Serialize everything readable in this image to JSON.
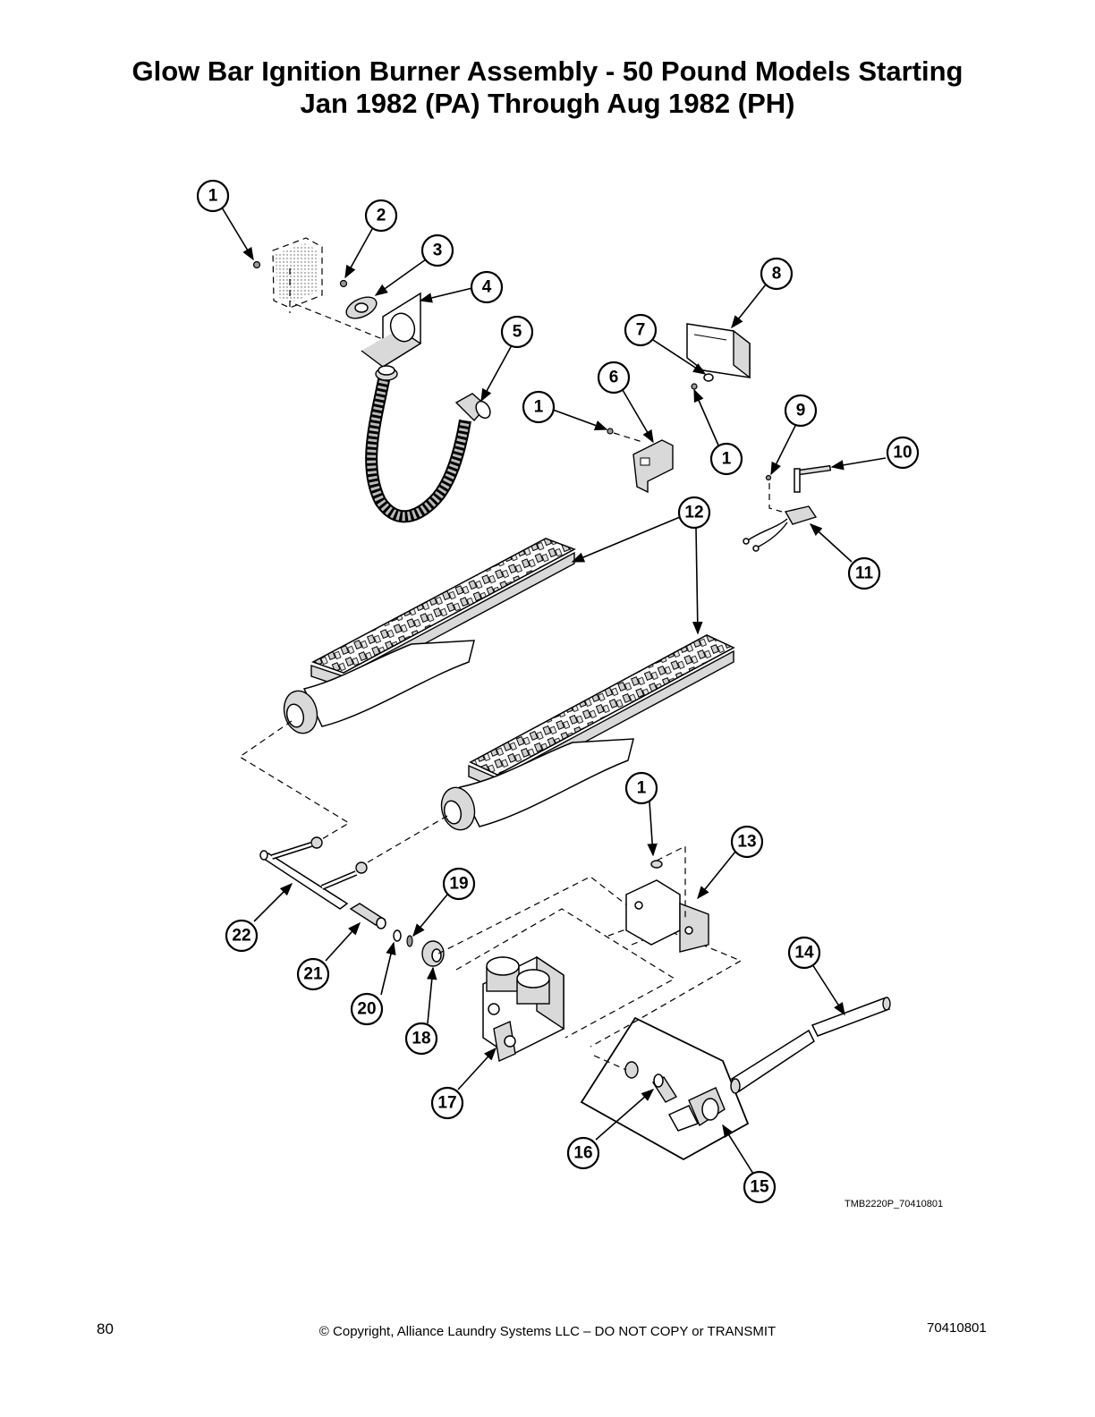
{
  "title": {
    "line1": "Glow Bar Ignition Burner Assembly - 50 Pound Models Starting",
    "line2": "Jan 1982 (PA) Through Aug 1982 (PH)"
  },
  "figure_code": "TMB2220P_70410801",
  "footer": {
    "page_number": "80",
    "copyright": "© Copyright, Alliance Laundry Systems LLC – DO NOT COPY or TRANSMIT",
    "document_number": "70410801"
  },
  "callouts": [
    "1",
    "2",
    "3",
    "4",
    "5",
    "1",
    "6",
    "7",
    "8",
    "1",
    "9",
    "10",
    "11",
    "12",
    "1",
    "13",
    "14",
    "19",
    "22",
    "21",
    "20",
    "18",
    "17",
    "16",
    "15"
  ]
}
